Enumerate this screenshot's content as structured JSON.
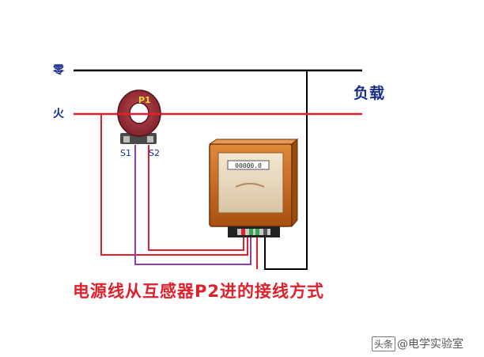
{
  "labels": {
    "neutral": "零",
    "live": "火",
    "load": "负载",
    "ct_primary": "P1",
    "ct_s1": "S1",
    "ct_s2": "S2"
  },
  "meter": {
    "digits": "00000.0"
  },
  "caption": "电源线从互感器P2进的接线方式",
  "watermark": {
    "prefix": "头条",
    "handle": "@电学实验室"
  },
  "colors": {
    "neutral_wire": "#000000",
    "live_wire": "#e0202a",
    "secondary_wire": "#8e3fa8",
    "ct_body": "#a0303a",
    "meter_body": "#c5631c",
    "caption": "#e0202a",
    "label_blue": "#1a2d8c"
  }
}
